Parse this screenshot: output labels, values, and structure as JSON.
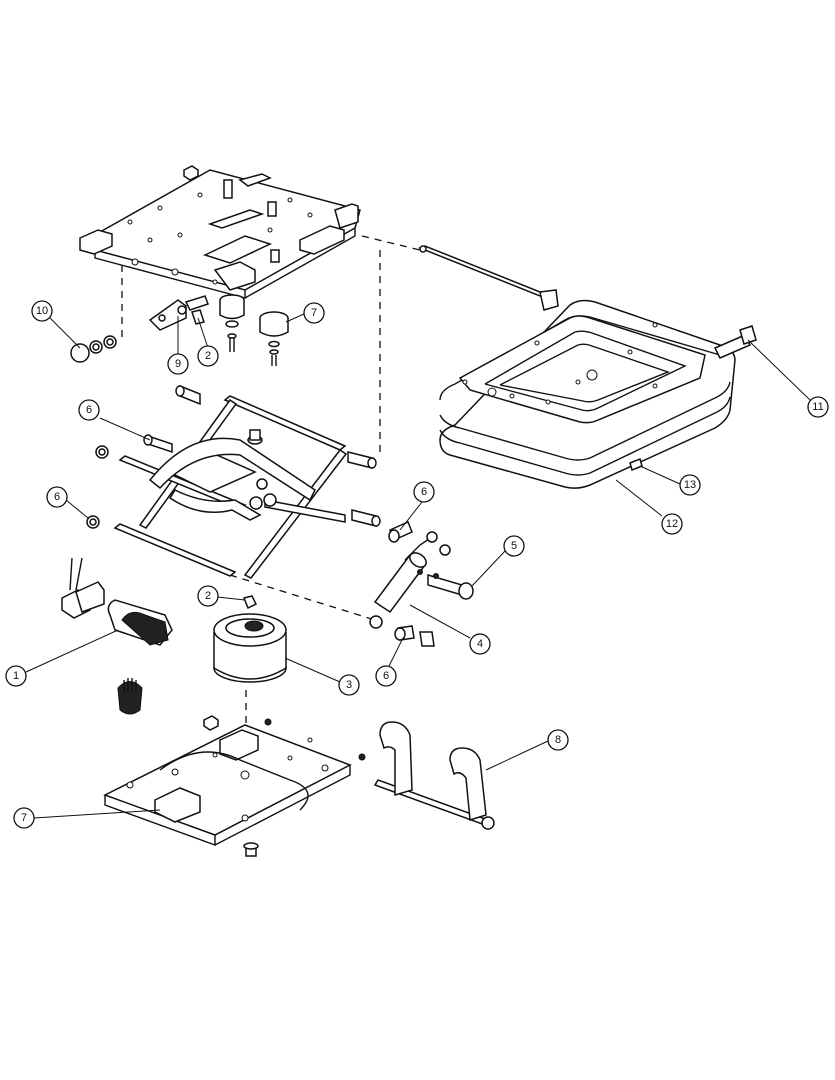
{
  "callouts": [
    {
      "id": "c10",
      "label": "10"
    },
    {
      "id": "c9",
      "label": "9"
    },
    {
      "id": "c2a",
      "label": "2"
    },
    {
      "id": "c7a",
      "label": "7"
    },
    {
      "id": "c11",
      "label": "11"
    },
    {
      "id": "c6a",
      "label": "6"
    },
    {
      "id": "c13",
      "label": "13"
    },
    {
      "id": "c12",
      "label": "12"
    },
    {
      "id": "c6b",
      "label": "6"
    },
    {
      "id": "c6c",
      "label": "6"
    },
    {
      "id": "c5",
      "label": "5"
    },
    {
      "id": "c2b",
      "label": "2"
    },
    {
      "id": "c4",
      "label": "4"
    },
    {
      "id": "c1",
      "label": "1"
    },
    {
      "id": "c3",
      "label": "3"
    },
    {
      "id": "c6d",
      "label": "6"
    },
    {
      "id": "c8",
      "label": "8"
    },
    {
      "id": "c7b",
      "label": "7"
    }
  ]
}
